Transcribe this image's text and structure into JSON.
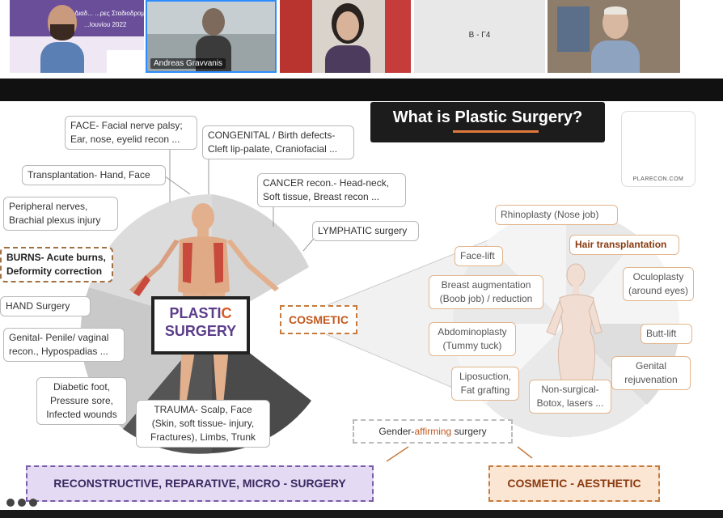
{
  "participants": {
    "tile1": {
      "banner_line1": "Διαδ... ...ρες Σταδιοδρομίας",
      "banner_line2": "...Ιουνίου 2022"
    },
    "tile2": {
      "name": "Andreas Gravvanis"
    },
    "tile4": {
      "name": "B - Γ4"
    }
  },
  "slide": {
    "title_pre": "What is ",
    "title_accent": "Plastic Surgery",
    "title_post": "?",
    "logo_caption": "PLARECON.COM",
    "center": {
      "line1_main": "PLASTI",
      "line1_accent": "C",
      "line2": "SURGERY"
    },
    "reconstructive_boxes": [
      {
        "lines": [
          "FACE- Facial nerve palsy;",
          "Ear, nose, eyelid recon ..."
        ]
      },
      {
        "lines": [
          "CONGENITAL / Birth defects-",
          "Cleft lip-palate, Craniofacial ..."
        ]
      },
      {
        "lines": [
          "Transplantation- Hand, Face"
        ]
      },
      {
        "lines": [
          "CANCER recon.- Head-neck,",
          "Soft tissue, Breast recon ..."
        ]
      },
      {
        "lines": [
          "Peripheral nerves,",
          "Brachial plexus injury"
        ]
      },
      {
        "lines": [
          "LYMPHATIC surgery"
        ]
      },
      {
        "lines": [
          "BURNS- Acute burns,",
          "Deformity correction"
        ]
      },
      {
        "lines": [
          "HAND Surgery"
        ]
      },
      {
        "lines": [
          "Genital- Penile/ vaginal",
          "recon., Hypospadias ..."
        ]
      },
      {
        "lines": [
          "Diabetic foot,",
          "Pressure sore,",
          "Infected wounds"
        ]
      },
      {
        "lines": [
          "TRAUMA- Scalp, Face",
          "(Skin, soft tissue- injury,",
          "Fractures), Limbs, Trunk"
        ]
      }
    ],
    "cosmetic_label": "COSMETIC",
    "cosmetic_boxes": [
      {
        "lines": [
          "Rhinoplasty (Nose job)"
        ]
      },
      {
        "lines": [
          "Face-lift"
        ]
      },
      {
        "lines": [
          "Hair transplantation"
        ]
      },
      {
        "lines": [
          "Breast augmentation",
          "(Boob job) / reduction"
        ]
      },
      {
        "lines": [
          "Oculoplasty",
          "(around eyes)"
        ]
      },
      {
        "lines": [
          "Abdominoplasty",
          "(Tummy tuck)"
        ]
      },
      {
        "lines": [
          "Butt-lift"
        ]
      },
      {
        "lines": [
          "Genital",
          "rejuvenation"
        ]
      },
      {
        "lines": [
          "Liposuction,",
          "Fat grafting"
        ]
      },
      {
        "lines": [
          "Non-surgical-",
          "Botox, lasers ..."
        ]
      }
    ],
    "gender_pre": "Gender-",
    "gender_accent": "affirming",
    "gender_post": " surgery",
    "reconstructive_banner": "RECONSTRUCTIVE, REPARATIVE, MICRO - SURGERY",
    "aesthetic_banner": "COSMETIC - AESTHETIC"
  }
}
